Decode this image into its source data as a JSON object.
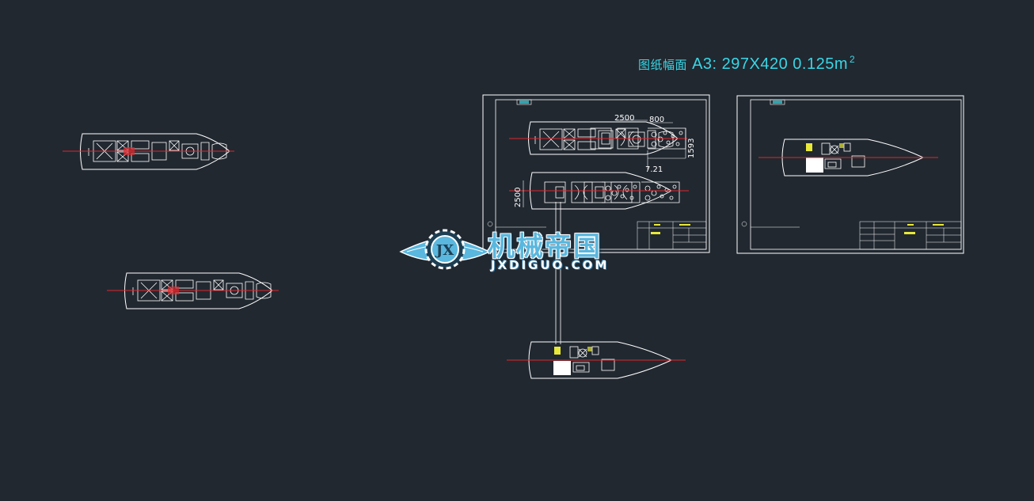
{
  "header": {
    "label_cn": "图纸幅面",
    "label_main": "A3: 297X420 0.125m",
    "label_sup": "2"
  },
  "watermark": {
    "logo_letters": "JX",
    "title_cn": "机械帝国",
    "subtitle": "JXDIGUO.COM"
  },
  "dimensions": {
    "d1": "2500",
    "d2": "800",
    "d3": "1593",
    "d4": "7.21",
    "d5": "2500"
  },
  "colors": {
    "background": "#212830",
    "line": "#ffffff",
    "centerline": "#e0262b",
    "accent_text": "#39d7e6",
    "highlight": "#e8e83a"
  }
}
